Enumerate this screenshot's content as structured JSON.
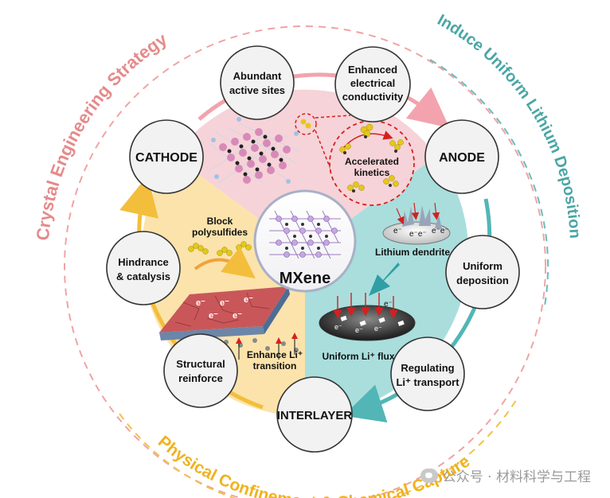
{
  "outer_ring": {
    "left_text": "Crystal Engineering Strategy",
    "right_text": "Induce Uniform Lithium Deposition",
    "bottom_text": "Physical Confinement & Chemical Capture"
  },
  "center": {
    "label": "MXene"
  },
  "nodes": {
    "cathode": "CATHODE",
    "anode": "ANODE",
    "interlayer": "INTERLAYER",
    "abundant_line1": "Abundant",
    "abundant_line2": "active sites",
    "enhanced_line1": "Enhanced",
    "enhanced_line2": "electrical",
    "enhanced_line3": "conductivity",
    "uniform_dep_line1": "Uniform",
    "uniform_dep_line2": "deposition",
    "regulating_line1": "Regulating",
    "regulating_line2": "Li⁺ transport",
    "structural_line1": "Structural",
    "structural_line2": "reinforce",
    "hindrance_line1": "Hindrance",
    "hindrance_line2": "& catalysis"
  },
  "inner_labels": {
    "accelerated_line1": "Accelerated",
    "accelerated_line2": "kinetics",
    "block_line1": "Block",
    "block_line2": "polysulfides",
    "enhance_li_line1": "Enhance Li⁺",
    "enhance_li_line2": "transition",
    "lithium_dendrite": "Lithium dendrite",
    "uniform_flux": "Uniform Li⁺ flux"
  },
  "watermark": {
    "text": "公众号 · 材料科学与工程"
  },
  "colors": {
    "pink_sector": "#f6d3d8",
    "teal_sector": "#a9dedd",
    "yellow_sector": "#fbe3ab",
    "left_arc_text": "#e58a8a",
    "right_arc_text": "#4aa6a6",
    "bottom_arc_text": "#f0b21e"
  }
}
